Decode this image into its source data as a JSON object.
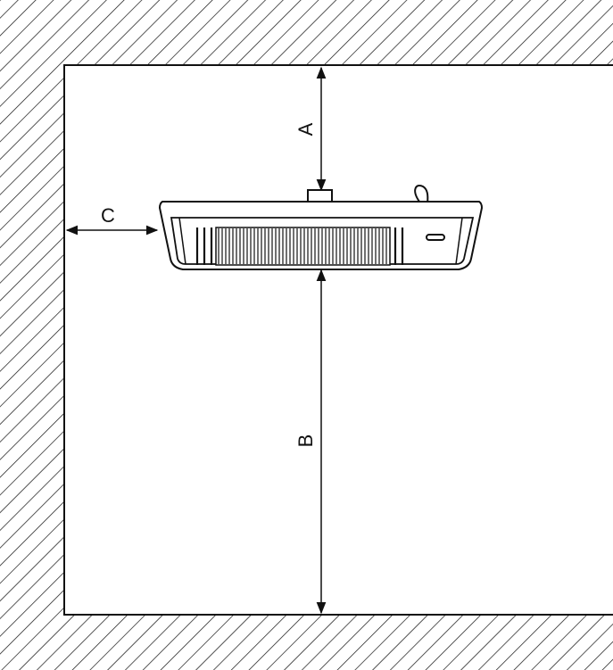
{
  "diagram": {
    "dimensions": {
      "a_label": "A",
      "b_label": "B",
      "c_label": "C"
    },
    "colors": {
      "line": "#111111",
      "background": "#ffffff",
      "hatch": "#111111"
    }
  }
}
